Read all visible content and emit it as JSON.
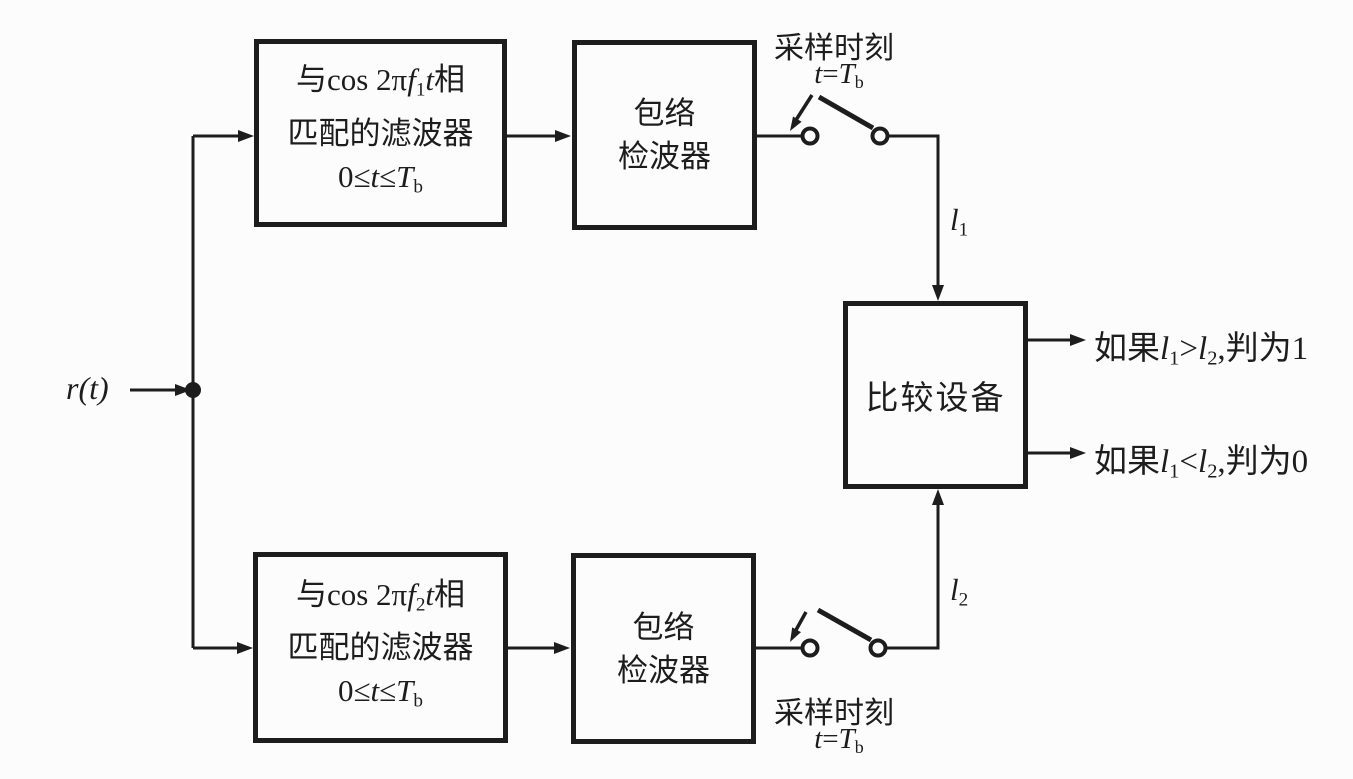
{
  "diagram": {
    "colors": {
      "background": "#fcfcfc",
      "line": "#1d1d1d"
    },
    "input": {
      "label": "r(t)"
    },
    "branch_top": {
      "filter": {
        "line1_segments": [
          {
            "text": "与cos 2π"
          },
          {
            "text": "f",
            "style": "italic"
          },
          {
            "text": "1",
            "style": "sub"
          },
          {
            "text": "t",
            "style": "italic"
          },
          {
            "text": "相"
          }
        ],
        "line2": "匹配的滤波器",
        "line3_segments": [
          {
            "text": "0≤"
          },
          {
            "text": "t",
            "style": "italic"
          },
          {
            "text": "≤"
          },
          {
            "text": "T",
            "style": "italic"
          },
          {
            "text": "b",
            "style": "sub"
          }
        ]
      },
      "envelope": {
        "line1": "包络",
        "line2": "检波器"
      },
      "sampler": {
        "title": "采样时刻",
        "time_segments": [
          {
            "text": "t",
            "style": "italic"
          },
          {
            "text": "="
          },
          {
            "text": "T",
            "style": "italic"
          },
          {
            "text": "b",
            "style": "sub"
          }
        ]
      },
      "signal_segments": [
        {
          "text": "l",
          "style": "italic"
        },
        {
          "text": "1",
          "style": "sub"
        }
      ]
    },
    "branch_bottom": {
      "filter": {
        "line1_segments": [
          {
            "text": "与cos 2π"
          },
          {
            "text": "f",
            "style": "italic"
          },
          {
            "text": "2",
            "style": "sub"
          },
          {
            "text": "t",
            "style": "italic"
          },
          {
            "text": "相"
          }
        ],
        "line2": "匹配的滤波器",
        "line3_segments": [
          {
            "text": "0≤"
          },
          {
            "text": "t",
            "style": "italic"
          },
          {
            "text": "≤"
          },
          {
            "text": "T",
            "style": "italic"
          },
          {
            "text": "b",
            "style": "sub"
          }
        ]
      },
      "envelope": {
        "line1": "包络",
        "line2": "检波器"
      },
      "sampler": {
        "title": "采样时刻",
        "time_segments": [
          {
            "text": "t",
            "style": "italic"
          },
          {
            "text": "="
          },
          {
            "text": "T",
            "style": "italic"
          },
          {
            "text": "b",
            "style": "sub"
          }
        ]
      },
      "signal_segments": [
        {
          "text": "l",
          "style": "italic"
        },
        {
          "text": "2",
          "style": "sub"
        }
      ]
    },
    "comparator": {
      "label": "比较设备"
    },
    "outputs": {
      "rule1_segments": [
        {
          "text": "如果"
        },
        {
          "text": "l",
          "style": "italic"
        },
        {
          "text": "1",
          "style": "sub"
        },
        {
          "text": ">"
        },
        {
          "text": "l",
          "style": "italic"
        },
        {
          "text": "2",
          "style": "sub"
        },
        {
          "text": ",判为1"
        }
      ],
      "rule2_segments": [
        {
          "text": "如果"
        },
        {
          "text": "l",
          "style": "italic"
        },
        {
          "text": "1",
          "style": "sub"
        },
        {
          "text": "<"
        },
        {
          "text": "l",
          "style": "italic"
        },
        {
          "text": "2",
          "style": "sub"
        },
        {
          "text": ",判为0"
        }
      ]
    }
  }
}
